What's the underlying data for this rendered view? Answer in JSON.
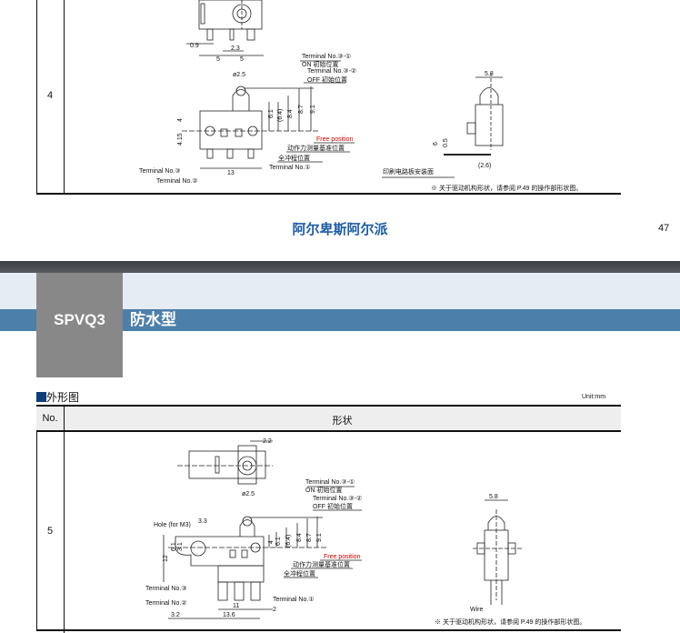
{
  "table_top": {
    "row_no": "4",
    "drawing": {
      "dims_top": [
        "0.9",
        "2.3",
        "5",
        "5"
      ],
      "roller_dia": "ø2.5",
      "terminal_31": "Terminal No.③-①",
      "on_pos": "ON 初始位置",
      "terminal_32": "Terminal No.③-②",
      "off_pos": "OFF 初始位置",
      "dims_vertical": [
        "6.1",
        "(6.4)",
        "8.4",
        "8.7",
        "9.1"
      ],
      "dim_4": "4",
      "dim_415": "4.15",
      "free_position": "Free position",
      "force_ref": "动作力测量基准位置",
      "full_stroke": "全冲程位置",
      "terminal_1": "Terminal No.①",
      "terminal_3": "Terminal No.③",
      "terminal_2": "Terminal No.②",
      "dim_13": "13",
      "side_width": "5.8",
      "dim_6": "6",
      "dim_05": "0.5",
      "dim_26": "(2.6)",
      "pcb_surface": "印刷电路板安装面"
    },
    "note": "※ 关于驱动机构形状，请参阅 P.49 的操作部形状图。"
  },
  "footer": {
    "brand": "阿尔卑斯阿尔派",
    "page_number": "47"
  },
  "section": {
    "model": "SPVQ3",
    "subtitle": "防水型",
    "title": "外形图",
    "unit": "Unit:mm"
  },
  "table": {
    "headers": {
      "no": "No.",
      "shape": "形状"
    },
    "row_no": "5",
    "drawing": {
      "dim_22": "2.2",
      "hole": "Hole (for M3)",
      "dim_33": "3.3",
      "roller_dia": "ø2.5",
      "terminal_31": "Terminal No.③-①",
      "on_pos": "ON 初始位置",
      "terminal_32": "Terminal No.③-②",
      "off_pos": "OFF 初始位置",
      "dims_vertical": [
        "4",
        "6.1",
        "(6.4)",
        "8.4",
        "8.7",
        "9.1"
      ],
      "dim_12": "12",
      "dim_61": "6.1",
      "dim_31": "3.1",
      "free_position": "Free position",
      "force_ref": "动作力测量基准位置",
      "full_stroke": "全冲程位置",
      "terminal_3": "Terminal No.③",
      "terminal_2": "Terminal No.②",
      "terminal_1": "Terminal No.①",
      "dim_11": "11",
      "dim_2": "2",
      "dim_32": "3.2",
      "dim_136": "13.6",
      "side_width": "5.8",
      "wire": "Wire"
    },
    "note": "※ 关于驱动机构形状，请参阅 P.49 的操作部形状图。"
  }
}
